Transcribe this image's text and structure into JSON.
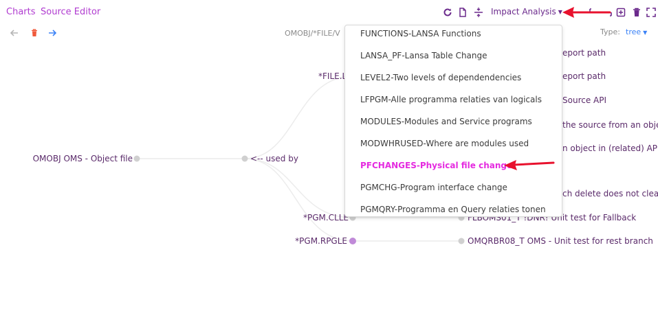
{
  "tabs": {
    "charts": "Charts",
    "source_editor": "Source Editor"
  },
  "toolbar": {
    "impact_analysis_label": "Impact Analysis"
  },
  "breadcrumb": {
    "path": "OMOBJ/*FILE/V"
  },
  "type_selector": {
    "label": "Type:",
    "value": "tree"
  },
  "tree": {
    "root": "OMOBJ OMS - Object file",
    "relation": "<-- used by",
    "branches": {
      "file_l": "*FILE.L",
      "pgm_clle": "*PGM.CLLE",
      "pgm_rpgle": "*PGM.RPGLE"
    },
    "leaves": {
      "l1": "eport path",
      "l2": "eport path",
      "l3": "Source API",
      "l4": "the source from an obje",
      "l5": "n object in (related) APP",
      "l6": "ch delete does not clear",
      "l7": "FLBOMS01_T !DNR! Unit test for Fallback",
      "l8": "OMQRBR08_T OMS - Unit test for rest branch"
    }
  },
  "dropdown": {
    "items": [
      "FUNCTIONS-LANSA Functions",
      "LANSA_PF-Lansa Table Change",
      "LEVEL2-Two levels of dependendencies",
      "LFPGM-Alle programma relaties van logicals",
      "MODULES-Modules and Service programs",
      "MODWHRUSED-Where are modules used",
      "PFCHANGES-Physical file change",
      "PGMCHG-Program interface change",
      "PGMQRY-Programma en Query relaties tonen"
    ],
    "active_index": 6
  },
  "colors": {
    "accent": "#b03bd0",
    "active_item": "#e52be0",
    "annotation_arrow": "#e8112d",
    "delete_icon": "#f05a3c",
    "forward_icon": "#3b82f6"
  }
}
